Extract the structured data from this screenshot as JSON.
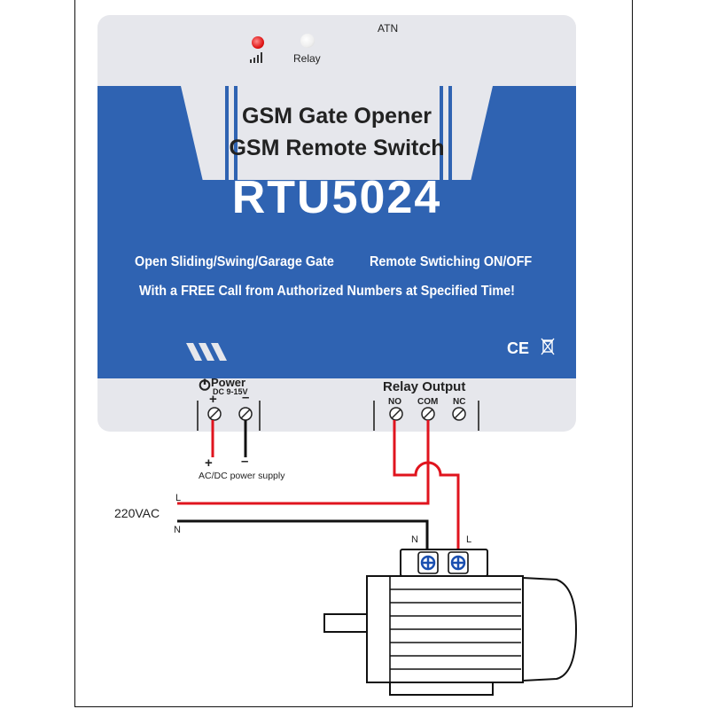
{
  "device": {
    "atn_label": "ATN",
    "relay_led_label": "Relay",
    "title_line1": "GSM Gate Opener",
    "title_line2": "GSM Remote Switch",
    "model": "RTU5024",
    "feature_1": "Open Sliding/Swing/Garage Gate",
    "feature_2": "Remote Swtiching ON/OFF",
    "feature_3": "With a FREE Call from Authorized Numbers at Specified Time!",
    "ce_mark": "CE",
    "power_label": "Power",
    "power_voltage": "DC 9-15V",
    "power_plus": "+",
    "power_minus": "–",
    "relay_output_label": "Relay Output",
    "terminal_no": "NO",
    "terminal_com": "COM",
    "terminal_nc": "NC"
  },
  "wiring": {
    "supply_plus": "+",
    "supply_minus": "–",
    "supply_label": "AC/DC power supply",
    "mains_voltage": "220VAC",
    "mains_L": "L",
    "mains_N": "N",
    "motor_N": "N",
    "motor_L": "L"
  },
  "colors": {
    "panel_blue": "#2f63b2",
    "panel_grey": "#e6e7ec",
    "wire_red": "#e0141e",
    "wire_black": "#111111"
  }
}
